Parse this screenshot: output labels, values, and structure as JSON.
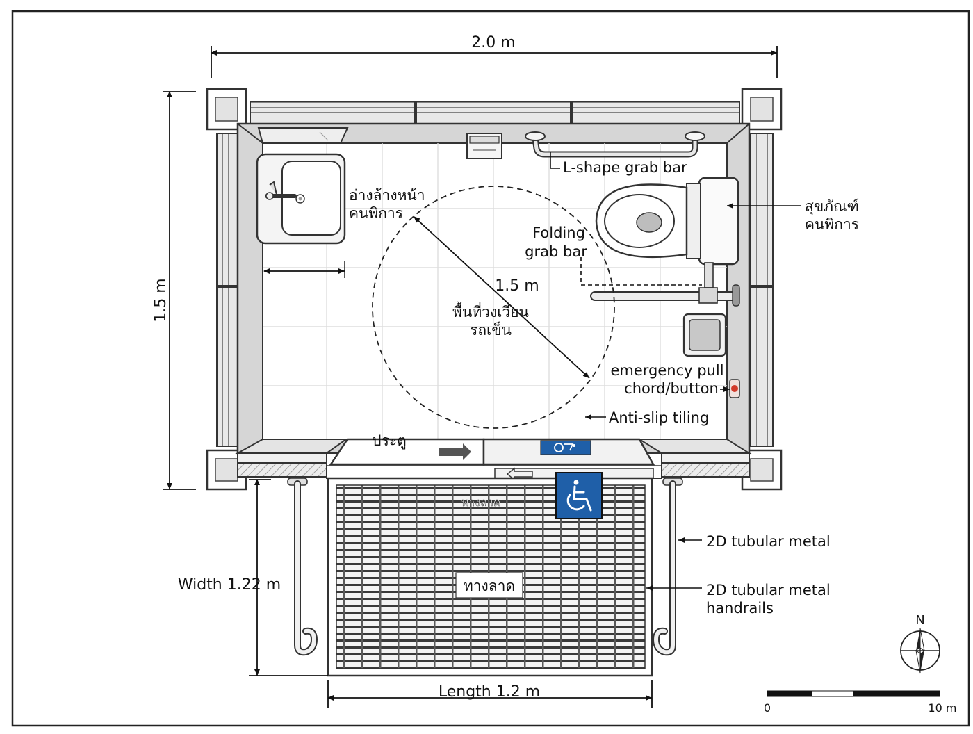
{
  "dimensions": {
    "top_width": "2.0 m",
    "left_height": "1.5 m",
    "turning_diameter": "1.5 m",
    "ramp_width": "Width 1.22 m",
    "ramp_length": "Length 1.2 m"
  },
  "labels": {
    "washbasin_line1": "อ่างล้างหน้า",
    "washbasin_line2": "คนพิการ",
    "l_grab_bar": "L-shape grab bar",
    "toilet_line1": "สุขภัณฑ์",
    "toilet_line2": "คนพิการ",
    "folding_line1": "Folding",
    "folding_line2": "grab bar",
    "turning_line1": "พื้นที่วงเวียน",
    "turning_line2": "รถเข็น",
    "emergency_line1": "emergency pull",
    "emergency_line2": "chord/button",
    "anti_slip": "Anti-slip tiling",
    "door": "ประตู",
    "ramp": "ทางลาด",
    "ramp_top": "ทางลาด",
    "rail1": "2D tubular metal",
    "rail2_line1": "2D tubular metal",
    "rail2_line2": "handrails"
  },
  "compass": {
    "north": "N"
  },
  "scale_bar": {
    "start": "0",
    "end": "10 m"
  },
  "colors": {
    "accessibility_blue": "#1f5fa8",
    "emergency_red": "#d23a2a",
    "wall_gray": "#c9c9c9",
    "line": "#222222"
  },
  "icons": [
    "wheelchair-icon",
    "toilet-paper-icon",
    "mirror-icon",
    "trash-bin-icon",
    "compass-icon"
  ]
}
